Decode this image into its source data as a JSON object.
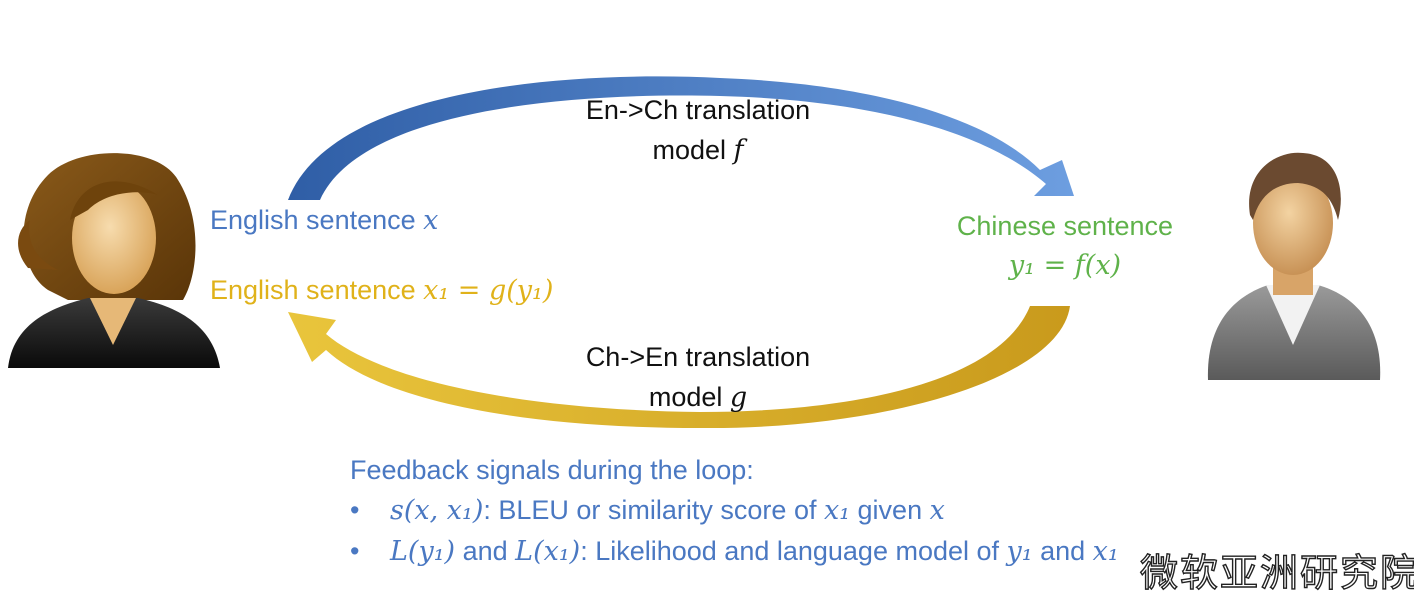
{
  "top_arrow": {
    "line1": "En->Ch translation",
    "line2_text": "model ",
    "line2_var": "f",
    "color_start": "#2f5ea6",
    "color_end": "#6d9ee0"
  },
  "bottom_arrow": {
    "line1": "Ch->En translation",
    "line2_text": "model ",
    "line2_var": "g",
    "color_start": "#c99a1c",
    "color_end": "#e9c53c"
  },
  "left_labels": {
    "english_sentence": "English sentence ",
    "english_var": "x",
    "english_back": "English sentence ",
    "english_back_math": "x₁ = g(y₁)",
    "english_color": "#4a78c2",
    "english_back_color": "#e0b21a"
  },
  "right_labels": {
    "chinese_sentence": "Chinese sentence",
    "chinese_math": "y₁ = f(x)",
    "color": "#5fb24a"
  },
  "feedback": {
    "heading": "Feedback signals during the loop:",
    "bullet": "•",
    "item1_math": "s(x, x₁)",
    "item1_text": ": BLEU or similarity score of ",
    "item1_math2": "x₁",
    "item1_text2": " given ",
    "item1_math3": "x",
    "item2_math": "L(y₁)",
    "item2_text": " and ",
    "item2_math2": "L(x₁)",
    "item2_text2": ": Likelihood and language model of ",
    "item2_math3": "y₁",
    "item2_text3": " and ",
    "item2_math4": "x₁",
    "color": "#4a78c2"
  },
  "watermark": "微软亚洲研究院",
  "icons": {
    "left_person": "woman-avatar-icon",
    "right_person": "man-avatar-icon"
  }
}
